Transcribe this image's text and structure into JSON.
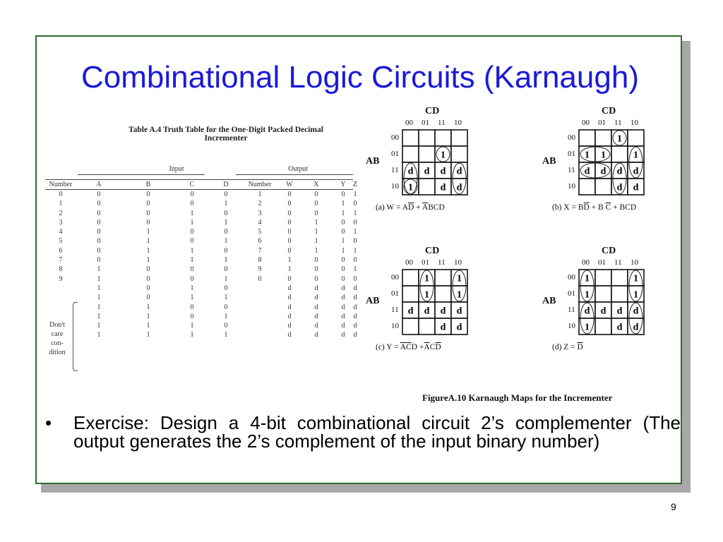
{
  "slide": {
    "title": "Combinational Logic Circuits (Karnaugh)",
    "bullet": "Exercise: Design a 4-bit combinational circuit 2’s complementer (The output generates the 2’s complement of the input binary number)",
    "page_number": "9",
    "colors": {
      "title": "#1a1ad8",
      "frame_border": "#2e6b2e",
      "shadow": "#a8a8a8"
    }
  },
  "truth_table": {
    "caption": "Table A.4   Truth Table for the One-Digit Packed Decimal Incrementer",
    "input_group": "Input",
    "output_group": "Output",
    "columns": [
      "Number",
      "A",
      "B",
      "C",
      "D",
      "Number",
      "W",
      "X",
      "Y",
      "Z"
    ],
    "rows": [
      [
        "0",
        "0",
        "0",
        "0",
        "0",
        "1",
        "0",
        "0",
        "0",
        "1"
      ],
      [
        "1",
        "0",
        "0",
        "0",
        "1",
        "2",
        "0",
        "0",
        "1",
        "0"
      ],
      [
        "2",
        "0",
        "0",
        "1",
        "0",
        "3",
        "0",
        "0",
        "1",
        "1"
      ],
      [
        "3",
        "0",
        "0",
        "1",
        "1",
        "4",
        "0",
        "1",
        "0",
        "0"
      ],
      [
        "4",
        "0",
        "1",
        "0",
        "0",
        "5",
        "0",
        "1",
        "0",
        "1"
      ],
      [
        "5",
        "0",
        "1",
        "0",
        "1",
        "6",
        "0",
        "1",
        "1",
        "0"
      ],
      [
        "6",
        "0",
        "1",
        "1",
        "0",
        "7",
        "0",
        "1",
        "1",
        "1"
      ],
      [
        "7",
        "0",
        "1",
        "1",
        "1",
        "8",
        "1",
        "0",
        "0",
        "0"
      ],
      [
        "8",
        "1",
        "0",
        "0",
        "0",
        "9",
        "1",
        "0",
        "0",
        "1"
      ],
      [
        "9",
        "1",
        "0",
        "0",
        "1",
        "0",
        "0",
        "0",
        "0",
        "0"
      ],
      [
        "",
        "1",
        "0",
        "1",
        "0",
        "",
        "d",
        "d",
        "d",
        "d"
      ],
      [
        "",
        "1",
        "0",
        "1",
        "1",
        "",
        "d",
        "d",
        "d",
        "d"
      ],
      [
        "",
        "1",
        "1",
        "0",
        "0",
        "",
        "d",
        "d",
        "d",
        "d"
      ],
      [
        "",
        "1",
        "1",
        "0",
        "1",
        "",
        "d",
        "d",
        "d",
        "d"
      ],
      [
        "",
        "1",
        "1",
        "1",
        "0",
        "",
        "d",
        "d",
        "d",
        "d"
      ],
      [
        "",
        "1",
        "1",
        "1",
        "1",
        "",
        "d",
        "d",
        "d",
        "d"
      ]
    ],
    "dont_care_label": [
      "Don't",
      "care",
      "con-",
      "dition"
    ]
  },
  "kmaps": {
    "cd_label": "CD",
    "ab_label": "AB",
    "col_labels": [
      "00",
      "01",
      "11",
      "10"
    ],
    "row_labels": [
      "00",
      "01",
      "11",
      "10"
    ],
    "figure_caption": "FigureA.10   Karnaugh Maps for the Incrementer",
    "maps": [
      {
        "caption_prefix": "(a) W = A",
        "cells": [
          [
            "",
            "",
            "",
            ""
          ],
          [
            "",
            "",
            "1",
            ""
          ],
          [
            "d",
            "d",
            "d",
            "d"
          ],
          [
            "1",
            "",
            "d",
            "d"
          ]
        ]
      },
      {
        "caption_prefix": "(b) X = B",
        "cells": [
          [
            "",
            "",
            "1",
            ""
          ],
          [
            "1",
            "1",
            "",
            "1"
          ],
          [
            "d",
            "d",
            "d",
            "d"
          ],
          [
            "",
            "",
            "d",
            "d"
          ]
        ]
      },
      {
        "caption_prefix": "(c) Y = ",
        "cells": [
          [
            "",
            "1",
            "",
            "1"
          ],
          [
            "",
            "1",
            "",
            "1"
          ],
          [
            "d",
            "d",
            "d",
            "d"
          ],
          [
            "",
            "",
            "d",
            "d"
          ]
        ]
      },
      {
        "caption_prefix": "(d) Z = ",
        "cells": [
          [
            "1",
            "",
            "",
            "1"
          ],
          [
            "1",
            "",
            "",
            "1"
          ],
          [
            "d",
            "d",
            "d",
            "d"
          ],
          [
            "1",
            "",
            "d",
            "d"
          ]
        ]
      }
    ]
  }
}
